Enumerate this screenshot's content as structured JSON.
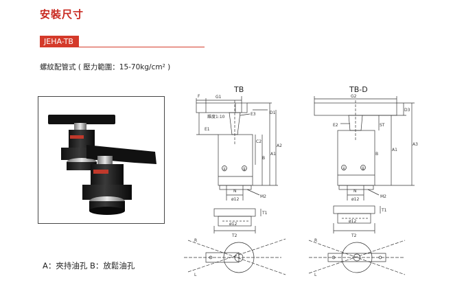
{
  "heading": "安裝尺寸",
  "model_tag": "JEHA-TB",
  "subtitle": "螺紋配管式 ( 壓力範圍：15-70kg/cm² )",
  "legend": "A：夾持油孔  B：放鬆油孔",
  "views": {
    "left_title": "TB",
    "right_title": "TB-D"
  },
  "labels": {
    "F": "F",
    "G1": "G1",
    "G2": "G2",
    "E1": "E1",
    "E2": "E2",
    "E3": "E3",
    "D1": "D1",
    "D3": "D3",
    "C2": "C2",
    "ST": "ST",
    "B": "B",
    "A1": "A1",
    "A2": "A2",
    "A3": "A3",
    "N": "N",
    "phi12": "ø12",
    "M2": "M2",
    "T1": "T1",
    "T2": "T2",
    "R": "R",
    "L": "L",
    "taper": "錐度1:10",
    "port_a": "Ⓐ",
    "port_b": "Ⓑ"
  }
}
